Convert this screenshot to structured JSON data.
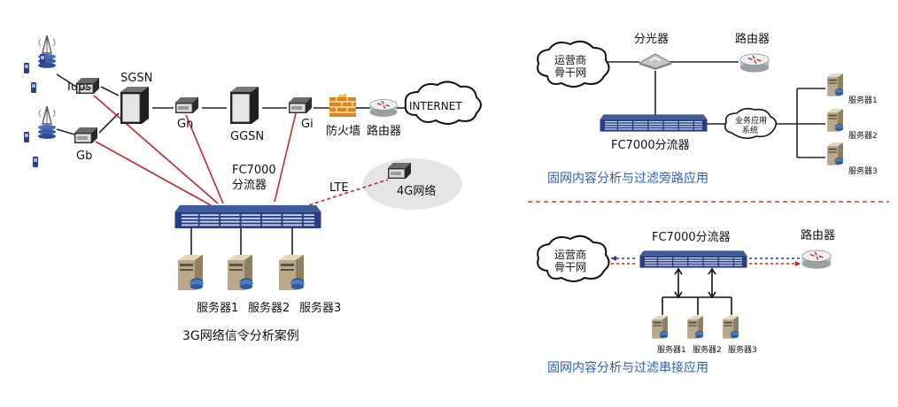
{
  "diagram_3g": {
    "caption": "3G网络信令分析案例",
    "labels": {
      "iups": "Iups",
      "sgsn": "SGSN",
      "gb": "Gb",
      "gn": "Gn",
      "ggsn": "GGSN",
      "gi": "Gi",
      "firewall": "防火墙",
      "router": "路由器",
      "internet": "INTERNET",
      "lte": "LTE",
      "cloud_4g": "4G网络",
      "splitter_line1": "FC7000",
      "splitter_line2": "分流器"
    },
    "servers": [
      "服务器1",
      "服务器2",
      "服务器3"
    ]
  },
  "diagram_bypass": {
    "caption": "固网内容分析与过滤旁路应用",
    "backbone_line1": "运营商",
    "backbone_line2": "骨干网",
    "optical_splitter": "分光器",
    "router": "路由器",
    "splitter": "FC7000分流器",
    "service_line1": "业务应用",
    "service_line2": "系统",
    "servers": [
      "服务器1",
      "服务器2",
      "服务器3"
    ]
  },
  "diagram_inline": {
    "caption": "固网内容分析与过滤串接应用",
    "backbone_line1": "运营商",
    "backbone_line2": "骨干网",
    "splitter": "FC7000分流器",
    "router": "路由器",
    "servers": [
      "服务器1",
      "服务器2",
      "服务器3"
    ]
  },
  "colors": {
    "red_link": "#c0282d",
    "blue_dash": "#2b3f8f",
    "caption_blue": "#2e5fa8",
    "divider": "#d43a3a"
  }
}
